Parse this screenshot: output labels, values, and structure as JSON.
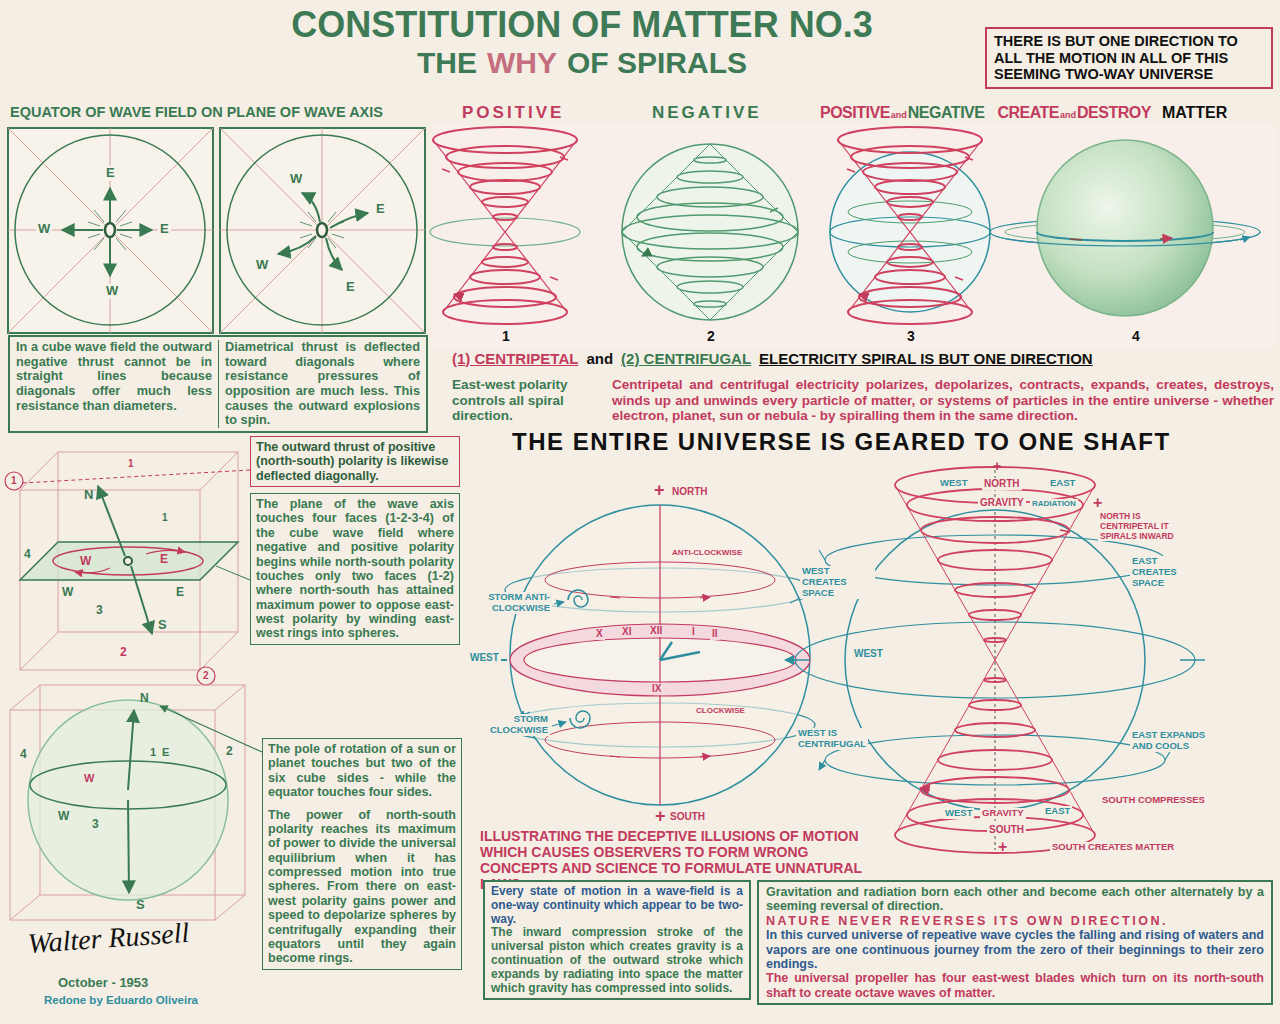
{
  "diagram": {
    "title": "CONSTITUTION OF MATTER NO.3",
    "nodes": [
      {
        "text": [
          "THERE IS BUT ONE DIRECTION TO ALL THE MOTION IN ALL OF THIS SEEMING TWO-WAY UNIVERSE"
        ]
      },
      {
        "text": [
          "In a cube wave field the outward negative thrust cannot be in straight lines because diagonals offer much less resistance than diameters.",
          "Diametrical thrust is deflected toward diagonals where resistance pressures of opposition are much less. This causes the outward explosions to spin."
        ]
      },
      {
        "text": [
          "The outward thrust of positive (north-south) polarity is likewise deflected diagonally."
        ]
      },
      {
        "text": [
          "The plane of the wave axis touches four faces (1-2-3-4) of the cube wave field where negative and positive polarity begins while north-south polarity touches only two faces (1-2) where north-south has attained maximum power to oppose east-west polarity by winding east-west rings into spheres."
        ]
      },
      {
        "text": [
          "The pole of rotation of a sun or planet touches but two of the six cube sides - while the equator touches four sides.",
          "The power of north-south polarity reaches its maximum of power to divide the universal equilibrium when it has compressed motion into true spheres. From there on east-west polarity gains power and speed to depolarize spheres by centrifugally expanding their equators until they again become rings."
        ]
      },
      {
        "text": [
          "Every state of motion in a wave-field is a one-way continuity which appear to be two-way.",
          "The inward compression stroke of the universal piston which creates gravity is a continuation of the outward stroke which expands by radiating into space the matter which gravity has compressed into solids."
        ]
      },
      {
        "text": [
          "Gravitation and radiation born each other and become each other alternately by a seeming reversal of direction.",
          "NATURE NEVER REVERSES ITS OWN DIRECTION.",
          "In this curved universe of repeative wave cycles the falling and rising of waters and vapors are one continuous journey from the zero of their beginnings to their zero endings.",
          "The universal propeller has four east-west blades which turn on its north-south shaft to create octave waves of matter."
        ]
      }
    ],
    "labels": [
      "THE",
      "WHY",
      "OF SPIRALS",
      "EQUATOR OF WAVE FIELD ON PLANE OF WAVE AXIS",
      "POSITIVE",
      "NEGATIVE",
      "POSITIVE",
      "and",
      "NEGATIVE",
      "CREATE",
      "and",
      "DESTROY",
      "MATTER",
      "E",
      "W",
      "E",
      "W",
      "W",
      "E",
      "W",
      "E",
      "1",
      "2",
      "3",
      "4",
      "(1) CENTRIPETAL",
      "and",
      "(2) CENTRIFUGAL",
      "ELECTRICITY SPIRAL IS BUT ONE DIRECTION",
      "East-west polarity controls all spiral direction.",
      "Centripetal and centrifugal electricity polarizes, depolarizes, contracts, expands, creates, destroys, winds up and unwinds every particle of matter, or systems of particles in the entire universe - whether electron, planet, sun or nebula - by spiralling them in the same direction.",
      "THE ENTIRE UNIVERSE IS GEARED TO ONE SHAFT",
      "1",
      "N",
      "1",
      "4",
      "W",
      "E",
      "W",
      "E",
      "3",
      "S",
      "2",
      "1",
      "2",
      "N",
      "1",
      "E",
      "W",
      "4",
      "2",
      "W",
      "3",
      "S",
      "Walter Russell",
      "October - 1953",
      "Redone by Eduardo Oliveira",
      "+",
      "NORTH",
      "STORM ANTI-CLOCKWISE",
      "ANTI-CLOCKWISE",
      "X",
      "XI",
      "XII",
      "I",
      "II",
      "IX",
      "WEST",
      "STORM CLOCKWISE",
      "CLOCKWISE",
      "+",
      "SOUTH",
      "+",
      "WEST",
      "NORTH",
      "EAST",
      "GRAVITY",
      "RADIATION",
      "+",
      "NORTH IS CENTRIPETAL IT SPIRALS INWARD",
      "WEST CREATES SPACE",
      "EAST CREATES SPACE",
      "WEST",
      "WEST IS CENTRIFUGAL",
      "EAST EXPANDS AND COOLS",
      "SOUTH COMPRESSES",
      "WEST",
      "GRAVITY",
      "EAST",
      "SOUTH",
      "+",
      "SOUTH CREATES MATTER",
      "ILLUSTRATING THE DECEPTIVE ILLUSIONS OF MOTION WHICH CAUSES OBSERVERS TO FORM WRONG CONCEPTS AND SCIENCE TO FORMULATE UNNATURAL LAWS."
    ]
  }
}
